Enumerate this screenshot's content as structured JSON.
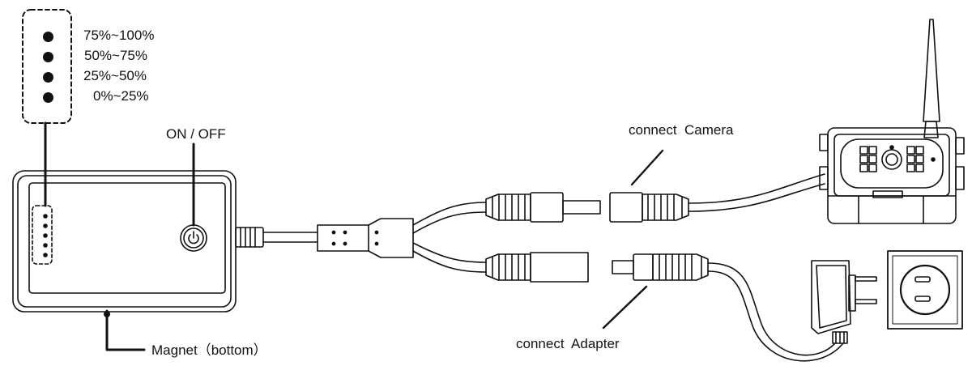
{
  "legend": {
    "items": [
      {
        "label": "75%~100%"
      },
      {
        "label": "50%~75%"
      },
      {
        "label": "25%~50%"
      },
      {
        "label": "0%~25%"
      }
    ]
  },
  "labels": {
    "on_off": "ON / OFF",
    "magnet": "Magnet（bottom）",
    "connect_camera": "connect  Camera",
    "connect_adapter": "connect  Adapter"
  },
  "colors": {
    "line": "#111111",
    "background": "#ffffff"
  }
}
